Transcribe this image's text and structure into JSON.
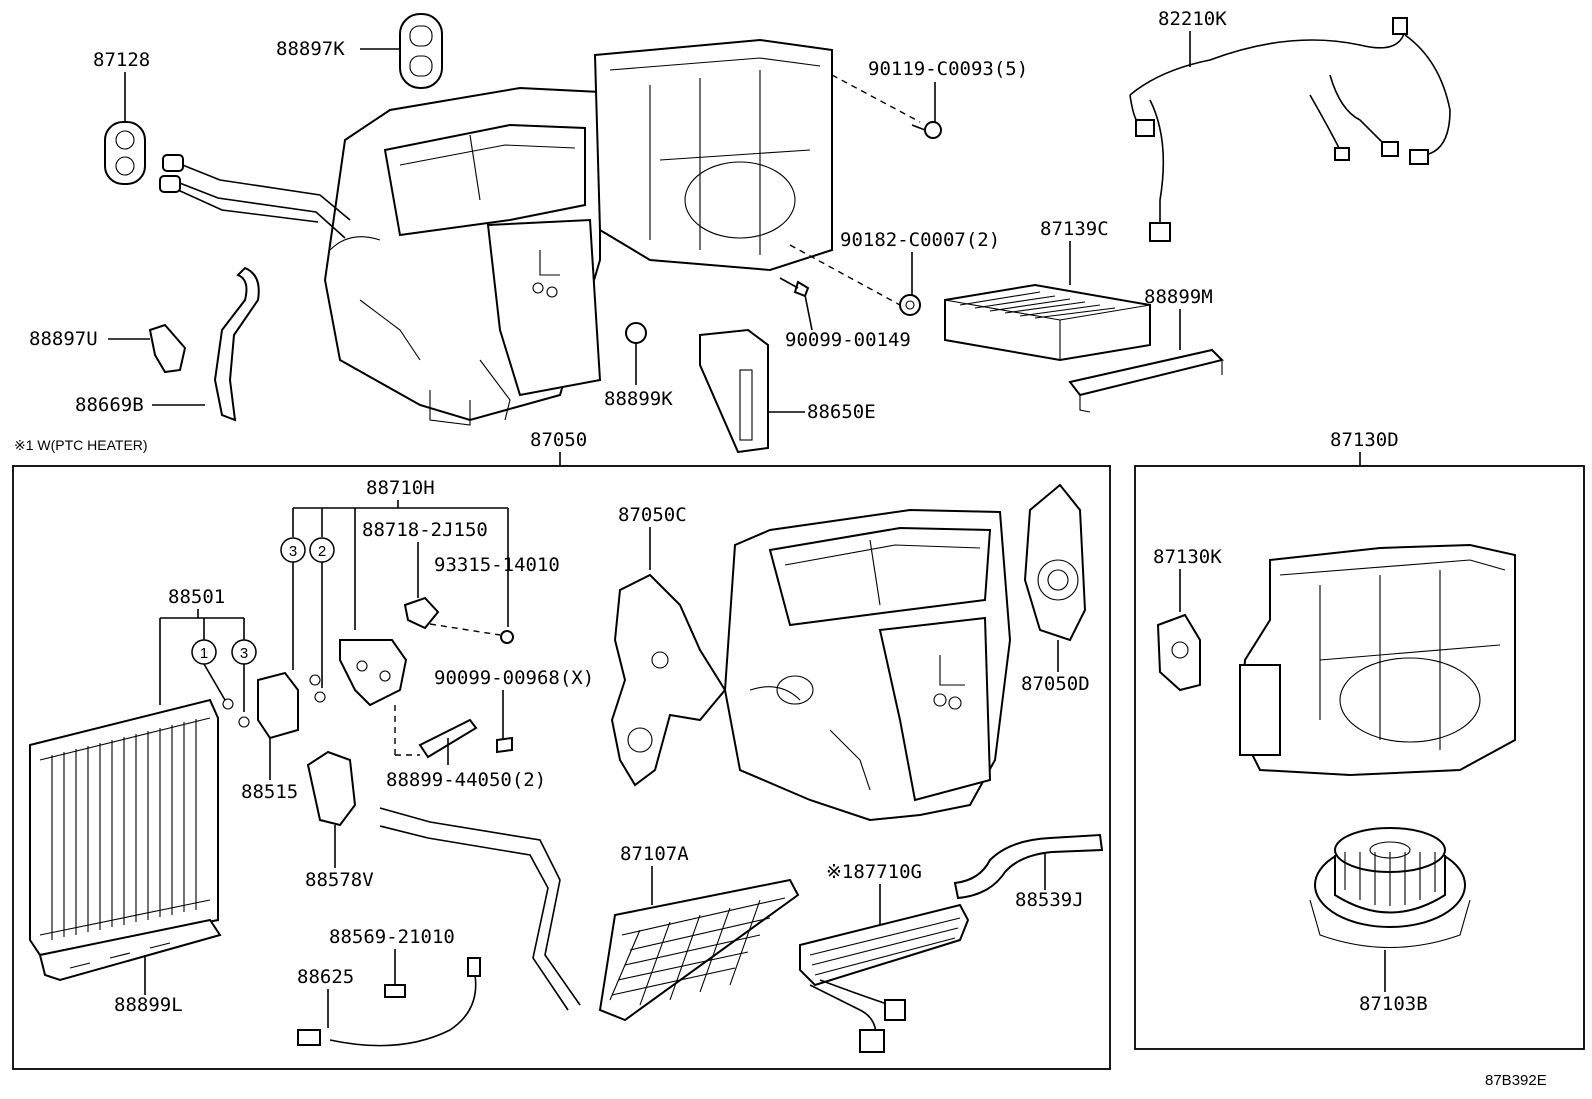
{
  "diagram": {
    "drawing_code": "87B392E",
    "note": "※1 W(PTC HEATER)",
    "group_boxes": [
      {
        "label": "87050"
      },
      {
        "label": "87130D"
      }
    ],
    "parts": {
      "p87128": "87128",
      "p88897K": "88897K",
      "p82210K": "82210K",
      "p90119": "90119-C0093(5)",
      "p90182": "90182-C0007(2)",
      "p87139C": "87139C",
      "p88899M": "88899M",
      "p90099_00149": "90099-00149",
      "p88897U": "88897U",
      "p88669B": "88669B",
      "p88899K": "88899K",
      "p88650E": "88650E",
      "p88710H": "88710H",
      "p88718": "88718-2J150",
      "p93315": "93315-14010",
      "p90099_00968": "90099-00968(X)",
      "p88899_44050": "88899-44050(2)",
      "p88501": "88501",
      "p88515": "88515",
      "p88578V": "88578V",
      "p88569": "88569-21010",
      "p88625": "88625",
      "p88899L": "88899L",
      "p87107A": "87107A",
      "p87710G": "※187710G",
      "p88539J": "88539J",
      "p87050C": "87050C",
      "p87050D": "87050D",
      "p87130K": "87130K",
      "p87103B": "87103B"
    },
    "callouts": {
      "c1a": "3",
      "c1b": "2",
      "c2a": "1",
      "c2b": "3"
    }
  }
}
